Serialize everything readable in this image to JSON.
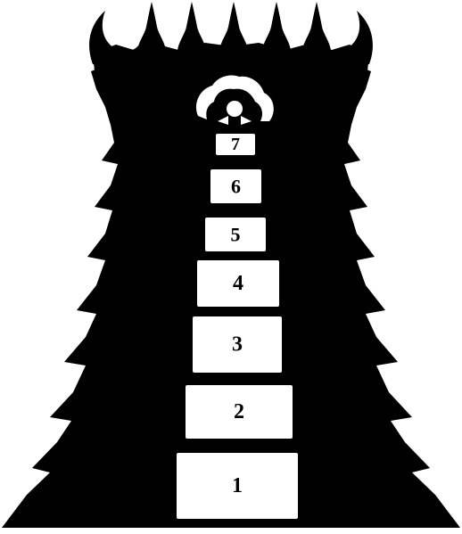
{
  "diagram": {
    "tiers": [
      {
        "label": "1"
      },
      {
        "label": "2"
      },
      {
        "label": "3"
      },
      {
        "label": "4"
      },
      {
        "label": "5"
      },
      {
        "label": "6"
      },
      {
        "label": "7"
      }
    ],
    "colors": {
      "silhouette": "#000000",
      "window_fill": "#ffffff",
      "label_color": "#000000"
    }
  }
}
